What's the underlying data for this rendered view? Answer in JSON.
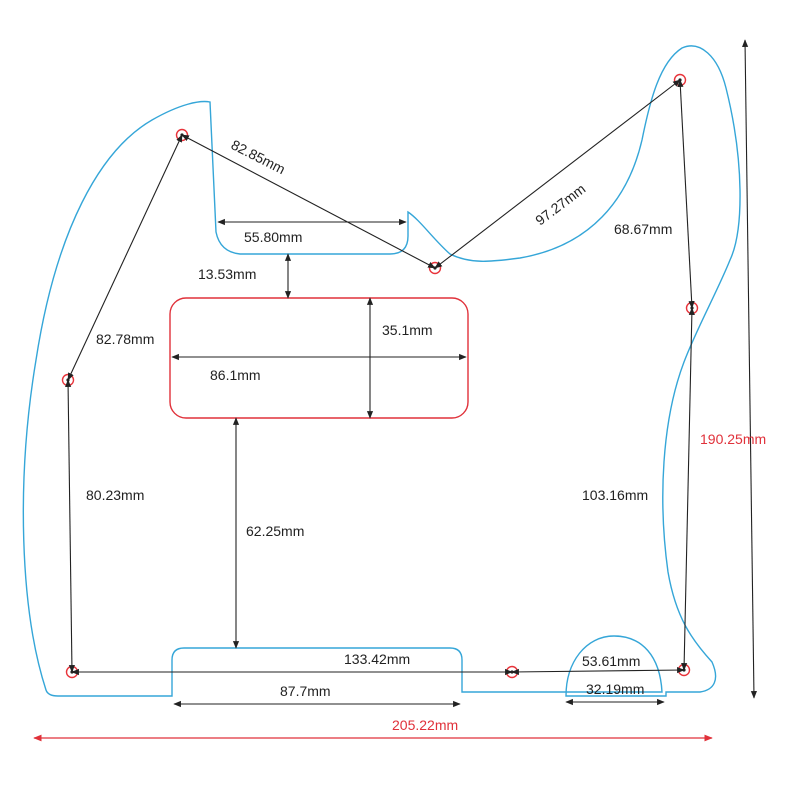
{
  "colors": {
    "outline": "#35a6d8",
    "cutout": "#e0313a",
    "dimension_line": "#222222",
    "overall_dimension": "#e0313a"
  },
  "labels": {
    "d_82_85": "82.85mm",
    "d_97_27": "97.27mm",
    "d_55_80": "55.80mm",
    "d_68_67": "68.67mm",
    "d_13_53": "13.53mm",
    "d_35_1": "35.1mm",
    "d_86_1": "86.1mm",
    "d_82_78": "82.78mm",
    "d_80_23": "80.23mm",
    "d_62_25": "62.25mm",
    "d_103_16": "103.16mm",
    "d_190_25": "190.25mm",
    "d_133_42": "133.42mm",
    "d_53_61": "53.61mm",
    "d_87_7": "87.7mm",
    "d_32_19": "32.19mm",
    "d_205_22": "205.22mm"
  }
}
